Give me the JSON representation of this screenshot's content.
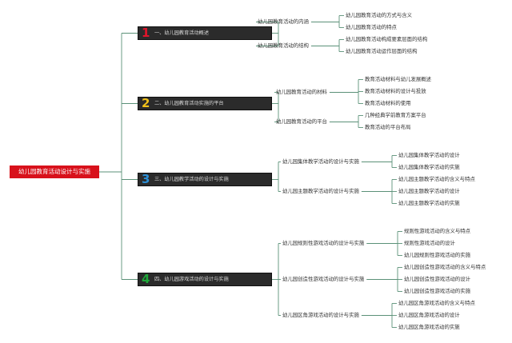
{
  "root": {
    "label": "幼儿园教育活动设计与实施"
  },
  "colors": {
    "root_bg": "#d8111b",
    "branch_bg": "#2b2b2b",
    "branch_text": "#dcdcdc",
    "line": "#5b9178",
    "num_1": "#e1152b",
    "num_2": "#f2c21a",
    "num_3": "#2b8fd6",
    "num_4": "#1fa83a"
  },
  "branches": [
    {
      "num": "1",
      "label": "一、幼儿园教育活动概述",
      "subs": [
        {
          "label": "幼儿园教育活动的内涵",
          "leaves": [
            "幼儿园教育活动的方式与含义",
            "幼儿园教育活动的特点"
          ]
        },
        {
          "label": "幼儿园教育活动的结构",
          "leaves": [
            "幼儿园教育活动构成要素层面的结构",
            "幼儿园教育活动运作层面的结构"
          ]
        }
      ]
    },
    {
      "num": "2",
      "label": "二、幼儿园教育活动实施的平台",
      "subs": [
        {
          "label": "幼儿园教育活动的材料",
          "leaves": [
            "教育活动材料与幼儿发展概述",
            "教育活动材料的设计与投放",
            "教育活动材料的使用"
          ]
        },
        {
          "label": "幼儿园教育活动的平台",
          "leaves": [
            "几种经典学前教育方案平台",
            "教育活动的平台布局"
          ]
        }
      ]
    },
    {
      "num": "3",
      "label": "三、幼儿园教学活动的设计与实施",
      "subs": [
        {
          "label": "幼儿园集体教学活动的设计与实施",
          "leaves": [
            "幼儿园集体教学活动的设计",
            "幼儿园集体教学活动的实施"
          ]
        },
        {
          "label": "幼儿园主题教学活动的设计与实施",
          "leaves": [
            "幼儿园主题教学活动的含义与特点",
            "幼儿园主题教学活动的设计",
            "幼儿园主题教学活动的实施"
          ]
        }
      ]
    },
    {
      "num": "4",
      "label": "四、幼儿园游戏活动的设计与实施",
      "subs": [
        {
          "label": "幼儿园规则性游戏活动的设计与实施",
          "leaves": [
            "规则性游戏活动的含义与特点",
            "规则性游戏活动的设计",
            "幼儿园规则性游戏活动的实施"
          ]
        },
        {
          "label": "幼儿园创造性游戏活动的设计与实施",
          "leaves": [
            "幼儿园创造性游戏活动的含义与特点",
            "幼儿园创造性游戏活动的设计",
            "幼儿园创造性游戏活动的实施"
          ]
        },
        {
          "label": "幼儿园区角游戏活动的设计与实施",
          "leaves": [
            "幼儿园区角游戏活动的含义与特点",
            "幼儿园区角游戏活动的设计",
            "幼儿园区角游戏活动的实施"
          ]
        }
      ]
    }
  ]
}
